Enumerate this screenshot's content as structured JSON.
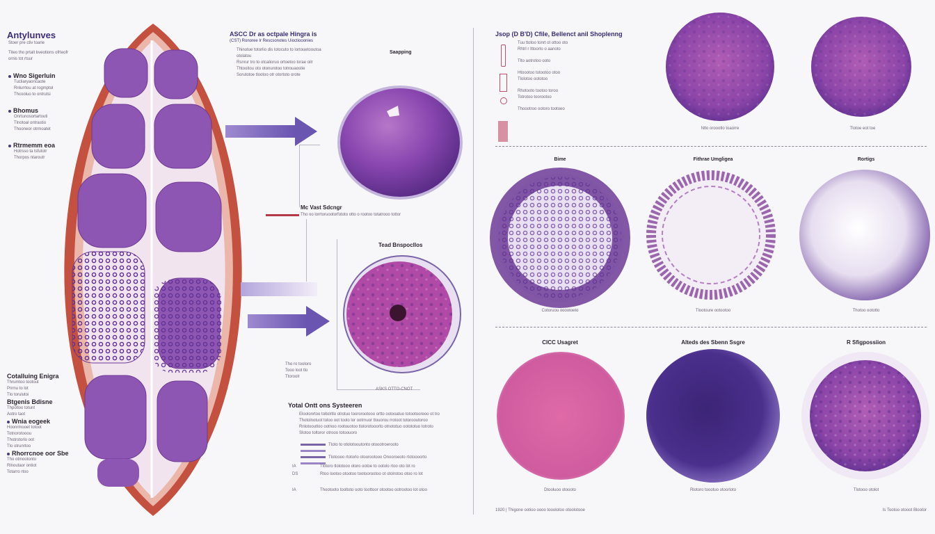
{
  "left_panel": {
    "title": "Antylunves",
    "subtitle": "Stoer pre ctiv toarie",
    "intro": "Titeo tho prtalt bveotions ofrteofr ornis tot rtsur",
    "sections": [
      {
        "heading": "Wno Sigerluin",
        "lines": [
          "Tucliaryaoncaote",
          "Rnlurrtou at rogmptol",
          "Thcooluo to ontrutsi"
        ]
      },
      {
        "heading": "Bhomus",
        "lines": [
          "Onrtunosortartouti",
          "Tlnotoal ontrastio",
          "Thooneor otrmoatet"
        ]
      },
      {
        "heading": "Rtrmemm eoa",
        "lines": [
          "Hotrsso ta tsfutotr",
          "Thorpos ntaroutr"
        ]
      }
    ]
  },
  "left_bottom": {
    "heading1": "Cotalluing Enigra",
    "lines1": [
      "Thrumtoo tootout",
      "Pnrnu to lot",
      "Tlo torulutoi"
    ],
    "heading2": "Btgenis Bdisne",
    "lines2": [
      "Thpotloo totunt",
      "Aotro taot"
    ],
    "heading3": "Wnia eogeek",
    "lines3": [
      "Hoonrmooet totoot",
      "Totnorotooou",
      "Thotrotorlo oot",
      "Tlo otrunrtoo"
    ],
    "heading4": "Rhorrcnoe oor Sbe",
    "lines4": [
      "Tho otmootonto",
      "Rlnoutaor ontiot",
      "Totarro rtoo"
    ]
  },
  "middle": {
    "top_title": "ASCC Dr as octpale Hingra is",
    "top_subtitle": "(CST) Ronoree Ir Rescsonotes Uioctiooonies",
    "top_lines": [
      "Thinotue totorlio dis lotocuto to lortouetooutoa otolatou",
      "Rsnrur tro to otcalioruo ortoetoo torae oilr",
      "Thtooitou oto otonurotoo totrouaostie",
      "Sorutotoe tlootoo otr otortoto orote"
    ],
    "cell1_label": "Saapping",
    "bar_label": "Mc Vast Sdcngr",
    "bar_line": "Tho oo lorrtoruootorfototo otto o rootoo totatrooo tottor",
    "cell2_label": "Tead Bnspocllos",
    "cell2_notes": [
      "Tho ro tooloro",
      "Tooo loot tlo",
      "Ttoroolr"
    ],
    "cell2_tag": "ASKS OTTO-CNOT",
    "bottom_title": "Yotal Ontt ons Systeeren",
    "bottom_lines": [
      "Eloolonrtoo toltolrtlo otrotuo toororootooo ortto ootooatuo totootooreoo ot tro",
      "Thotolnotuot toloo oot toolo lor ootrnuor tlouorou rrotoot totorooutoroo",
      "Rnlotooutloo ootnoo rootouotoo tlolorotooorto otnototuo ootototuo totroto",
      "Slotoo toltoror otrooo totoouoro"
    ],
    "legend": [
      {
        "code": "",
        "text": "Ttoto to otolotooutonto otoootroerooto"
      },
      {
        "code": "",
        "text": "Tlotoooo rtotorlo otoorootooo Onooroeoto rtotoooorto"
      },
      {
        "code": "IA",
        "text": "Tlotoro tlolotooo otoro ootoe to ootolo rtoo oto lot ro"
      },
      {
        "code": "DS",
        "text": "Rtoo lootoo otootoo tootoorootoo ot otolrotoo otoo ro lot"
      },
      {
        "code": "IA",
        "text": "Thootooto tooltoto ooto toottoor otootoo ootrootoo lot otoo"
      }
    ]
  },
  "right_top": {
    "title": "Jsop (D B'D) Cfile, Bellenct anil Shoplenng",
    "rows": [
      "Tuu ttotoo tonrt ot ottoo oto",
      "Rhtrl r Ittoorto o aanoto",
      "Tlto aotrotoo ooto",
      "Htoootoo totootoo otoo",
      "Tlolotoo oototoo",
      "Rhotooto tootoo toroo",
      "Totrotoo toorootoo",
      "Thoootroo ootoro tootoeo"
    ],
    "cells": [
      {
        "caption": "Ntlo oroootlo toaorre"
      },
      {
        "caption": "Tlotoe eot toe"
      }
    ]
  },
  "right_mid": {
    "cells": [
      {
        "title": "Bime",
        "caption": "Cotoruou ooootoeto"
      },
      {
        "title": "Fithrae Umgligea",
        "caption": "Tlootoure ootootoo"
      },
      {
        "title": "Rortigs",
        "caption": "Thotoo oototto"
      }
    ]
  },
  "right_bottom": {
    "cells": [
      {
        "title": "CICC Usagret",
        "caption": "Dtooluoo otoooto"
      },
      {
        "title": "Alteds des Sbenn Ssgre",
        "caption": "Rlotoro toootuo otoorloto"
      },
      {
        "title": "R Sfigpossiion",
        "caption": "Tlotooo otolot"
      }
    ],
    "footer_left": "1920 | Thigone ootioo oooo tooolotoo otoolotooe",
    "footer_right": "Is Tootoo otooot Blootor"
  },
  "colors": {
    "accent": "#6a55b0",
    "tissue_red": "#c4503f",
    "cell_purple": "#8a52b6"
  }
}
